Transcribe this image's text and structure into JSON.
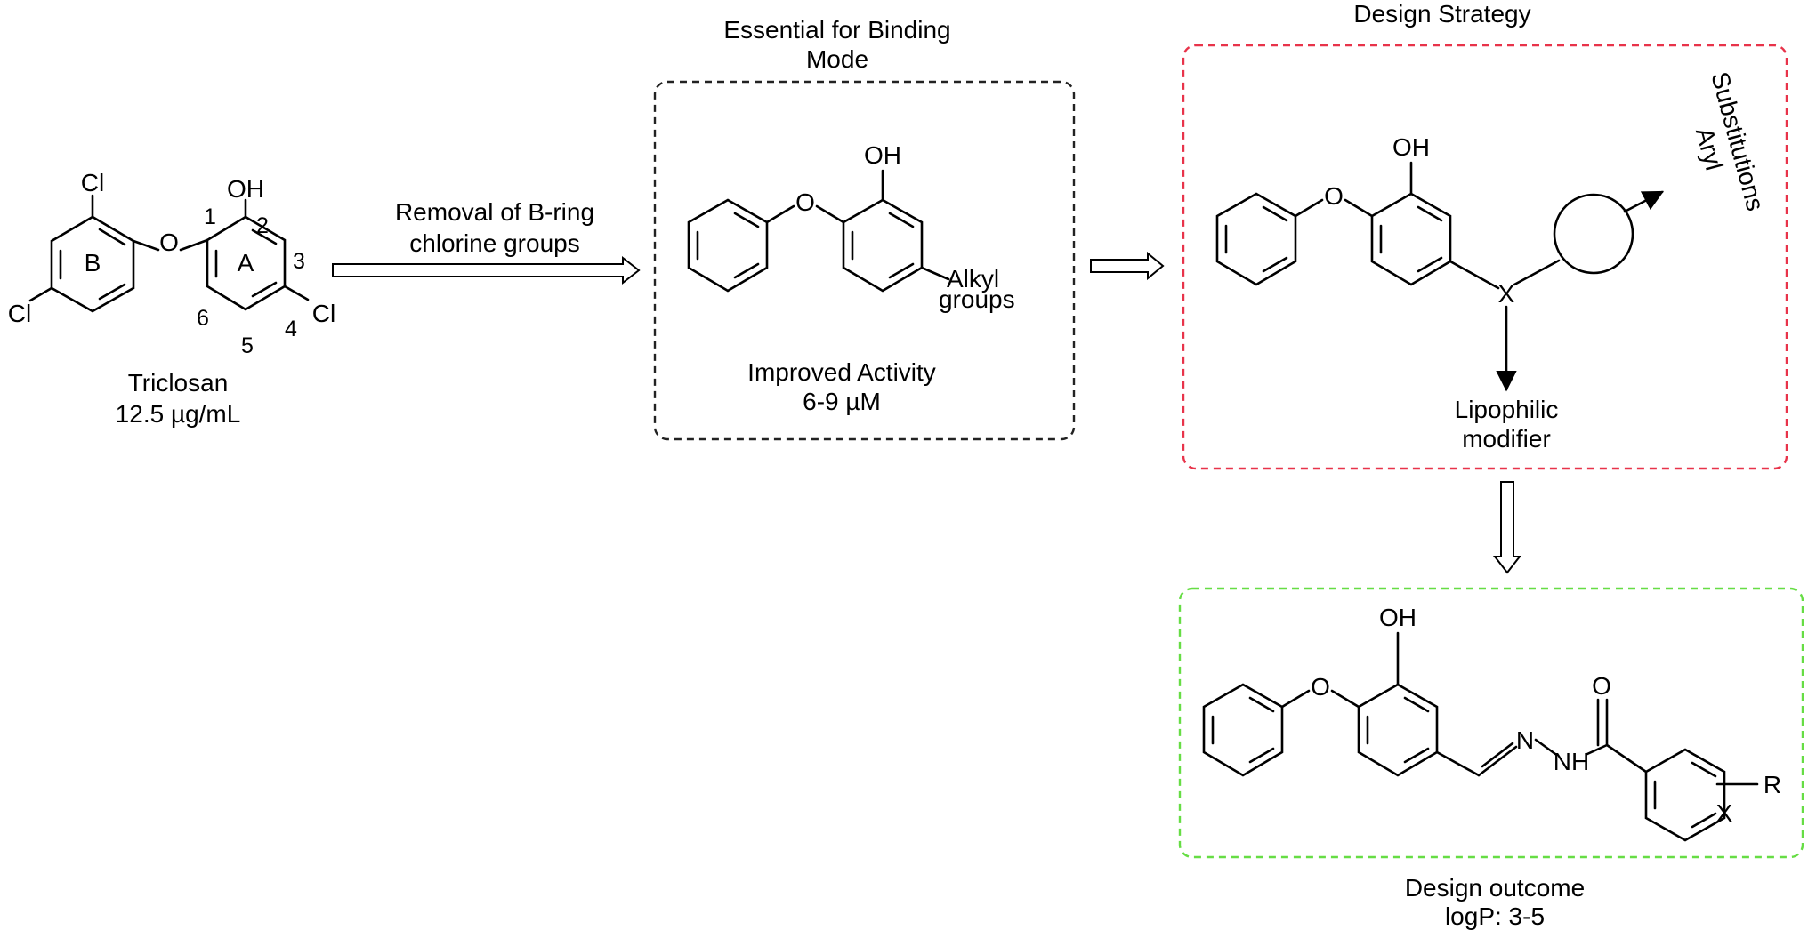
{
  "triclosan": {
    "name": "Triclosan",
    "activity": "12.5 µg/mL",
    "labels": {
      "cl_top": "Cl",
      "cl_left": "Cl",
      "cl_right": "Cl",
      "oh": "OH",
      "o": "O",
      "ring_a": "A",
      "ring_b": "B",
      "pos_1": "1",
      "pos_2": "2",
      "pos_3": "3",
      "pos_4": "4",
      "pos_5": "5",
      "pos_6": "6"
    }
  },
  "step1": {
    "line1": "Removal of B-ring",
    "line2": "chlorine groups"
  },
  "binding_box": {
    "title_line1": "Essential for Binding",
    "title_line2": "Mode",
    "oh": "OH",
    "o": "O",
    "alkyl": "Alkyl",
    "groups": "groups",
    "caption_line1": "Improved Activity",
    "caption_line2": "6-9 µM",
    "border_color": "#222222"
  },
  "strategy_box": {
    "title": "Design Strategy",
    "oh": "OH",
    "o": "O",
    "x": "X",
    "aryl_line1": "Aryl",
    "aryl_line2": "Substitutions",
    "lipo_line1": "Lipophilic",
    "lipo_line2": "modifier",
    "border_color": "#e8334a"
  },
  "outcome_box": {
    "oh": "OH",
    "o_ether": "O",
    "o_carbonyl": "O",
    "n": "N",
    "nh": "NH",
    "x": "X",
    "r": "R",
    "caption_line1": "Design outcome",
    "caption_line2": "logP: 3-5",
    "border_color": "#66dd44"
  }
}
